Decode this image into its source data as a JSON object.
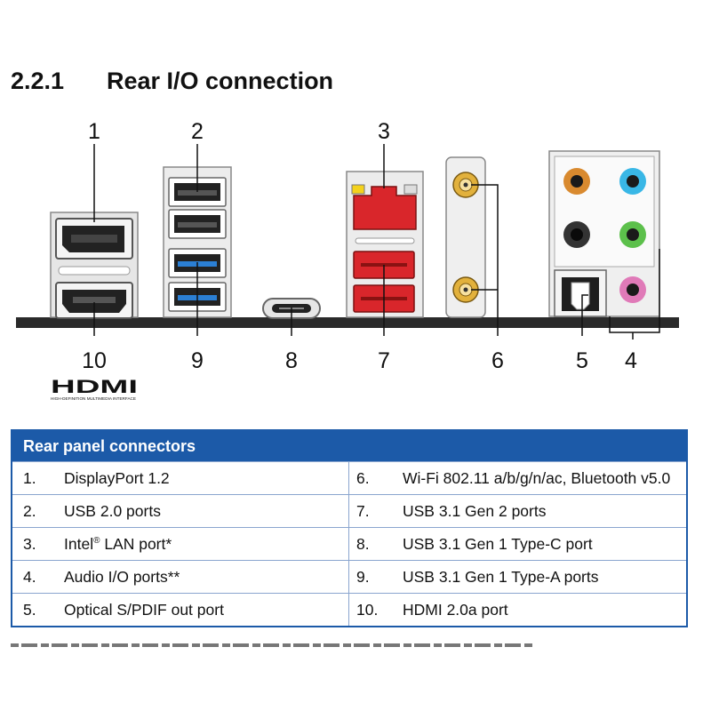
{
  "heading": {
    "number": "2.2.1",
    "title": "Rear I/O connection"
  },
  "diagram": {
    "top_labels": [
      "1",
      "2",
      "3"
    ],
    "bottom_labels": [
      "10",
      "9",
      "8",
      "7",
      "6",
      "5",
      "4"
    ],
    "hdmi_logo": "HDMI",
    "hdmi_tagline": "HIGH-DEFINITION MULTIMEDIA INTERFACE",
    "colors": {
      "lan_red": "#d9262b",
      "usb31_blue": "#2b7fd4",
      "audio_orange": "#d98a2f",
      "audio_cyan": "#39b7e6",
      "audio_green": "#5cc04b",
      "audio_pink": "#e07ab8",
      "antenna_gold": "#e2b13c",
      "board_dark": "#2a2a2a"
    }
  },
  "table": {
    "title": "Rear panel connectors",
    "rows": [
      {
        "left_num": "1.",
        "left": "DisplayPort 1.2",
        "right_num": "6.",
        "right": "Wi-Fi 802.11 a/b/g/n/ac, Bluetooth v5.0"
      },
      {
        "left_num": "2.",
        "left": "USB 2.0 ports",
        "right_num": "7.",
        "right": "USB 3.1 Gen 2 ports"
      },
      {
        "left_num": "3.",
        "left_pre": "Intel",
        "left_sup": "®",
        "left_post": " LAN port*",
        "right_num": "8.",
        "right": "USB 3.1 Gen 1 Type-C port"
      },
      {
        "left_num": "4.",
        "left": "Audio I/O ports**",
        "right_num": "9.",
        "right": "USB 3.1 Gen 1 Type-A ports"
      },
      {
        "left_num": "5.",
        "left": "Optical S/PDIF out port",
        "right_num": "10.",
        "right": "HDMI 2.0a port"
      }
    ]
  }
}
